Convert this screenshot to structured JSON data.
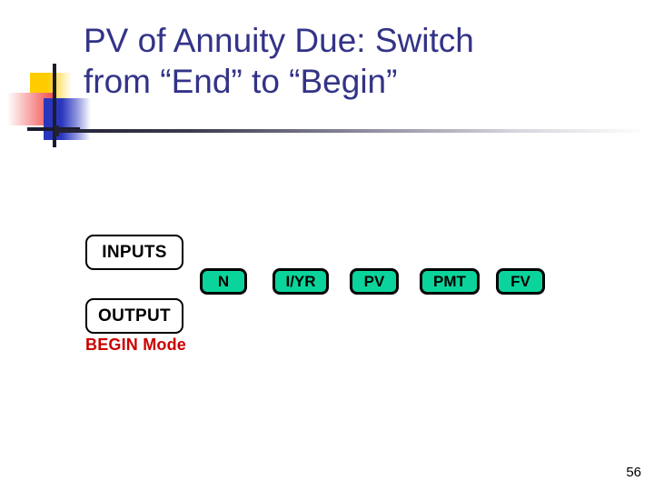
{
  "slide": {
    "title_line1": "PV of Annuity Due: Switch",
    "title_line2": "from “End” to “Begin”",
    "title_color": "#333388",
    "page_number": "56",
    "background": "#ffffff"
  },
  "logo": {
    "yellow": "#FFCC00",
    "red": "#F24848",
    "blue": "#2A35BE",
    "line": "#1b1b2e"
  },
  "calculator": {
    "input_row_label": "INPUTS",
    "output_row_label": "OUTPUT",
    "mode_note": "BEGIN Mode",
    "mode_note_color": "#CC0000",
    "cell_fill": "#0ad49b",
    "cell_border": "#000000",
    "cells": [
      {
        "key": "n",
        "label": "N"
      },
      {
        "key": "iyr",
        "label": "I/YR"
      },
      {
        "key": "pv",
        "label": "PV"
      },
      {
        "key": "pmt",
        "label": "PMT"
      },
      {
        "key": "fv",
        "label": "FV"
      }
    ]
  }
}
